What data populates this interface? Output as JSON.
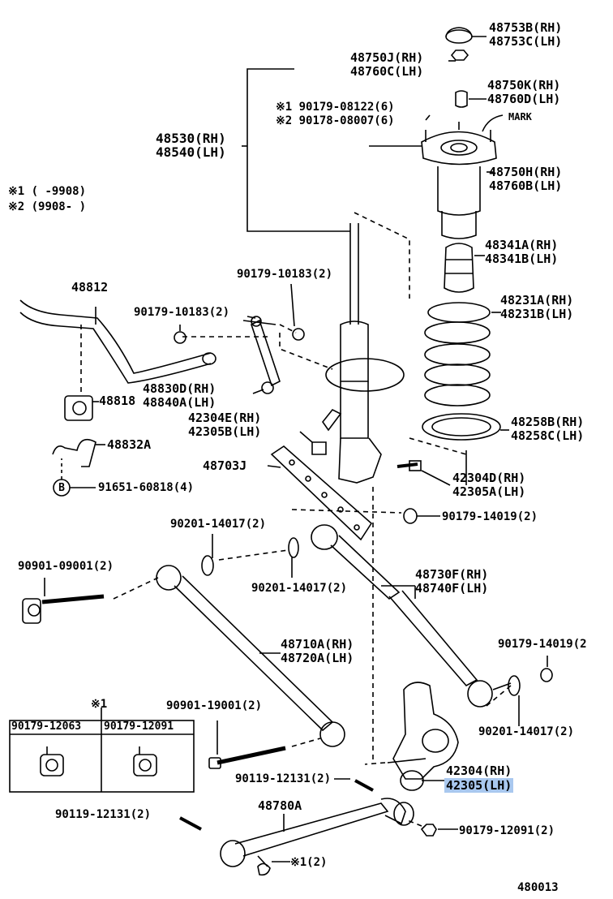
{
  "legend": {
    "note1": "※1 (      -9908)",
    "note2": "※2 (9908-       )"
  },
  "labels": {
    "p48753": [
      "48753B(RH)",
      "48753C(LH)"
    ],
    "p48750J": [
      "48750J(RH)",
      "48760C(LH)"
    ],
    "p48750K": [
      "48750K(RH)",
      "48760D(LH)"
    ],
    "bolts_top": [
      "※1 90179-08122(6)",
      "※2 90178-08007(6)"
    ],
    "mark": "MARK",
    "p48530": [
      "48530(RH)",
      "48540(LH)"
    ],
    "p48750H": [
      "48750H(RH)",
      "48760B(LH)"
    ],
    "p48341": [
      "48341A(RH)",
      "48341B(LH)"
    ],
    "p48231": [
      "48231A(RH)",
      "48231B(LH)"
    ],
    "p48258": [
      "48258B(RH)",
      "48258C(LH)"
    ],
    "p48812": "48812",
    "p90179_10183_a": "90179-10183(2)",
    "p90179_10183_b": "90179-10183(2)",
    "p48830": [
      "48830D(RH)",
      "48840A(LH)"
    ],
    "p48818": "48818",
    "p42304E": [
      "42304E(RH)",
      "42305B(LH)"
    ],
    "p48832A": "48832A",
    "p91651": "91651-60818(4)",
    "callout_b": "B",
    "p48703J": "48703J",
    "p42304D": [
      "42304D(RH)",
      "42305A(LH)"
    ],
    "p90201_a": "90201-14017(2)",
    "p90179_14019_a": "90179-14019(2)",
    "p90901_09001": "90901-09001(2)",
    "p90201_b": "90201-14017(2)",
    "p48730F": [
      "48730F(RH)",
      "48740F(LH)"
    ],
    "p48710A": [
      "48710A(RH)",
      "48720A(LH)"
    ],
    "p90179_14019_b": "90179-14019(2",
    "inset_mark": "※1",
    "inset_left": "90179-12063",
    "inset_right": "90179-12091",
    "p90901_19001": "90901-19001(2)",
    "p90201_c": "90201-14017(2)",
    "p90119_a": "90119-12131(2)",
    "p42304": "42304(RH)",
    "p42305": "42305(LH)",
    "p48780A": "48780A",
    "p90119_b": "90119-12131(2)",
    "p90179_12091": "90179-12091(2)",
    "p_star1": "※1(2)",
    "figure_no": "480013"
  }
}
